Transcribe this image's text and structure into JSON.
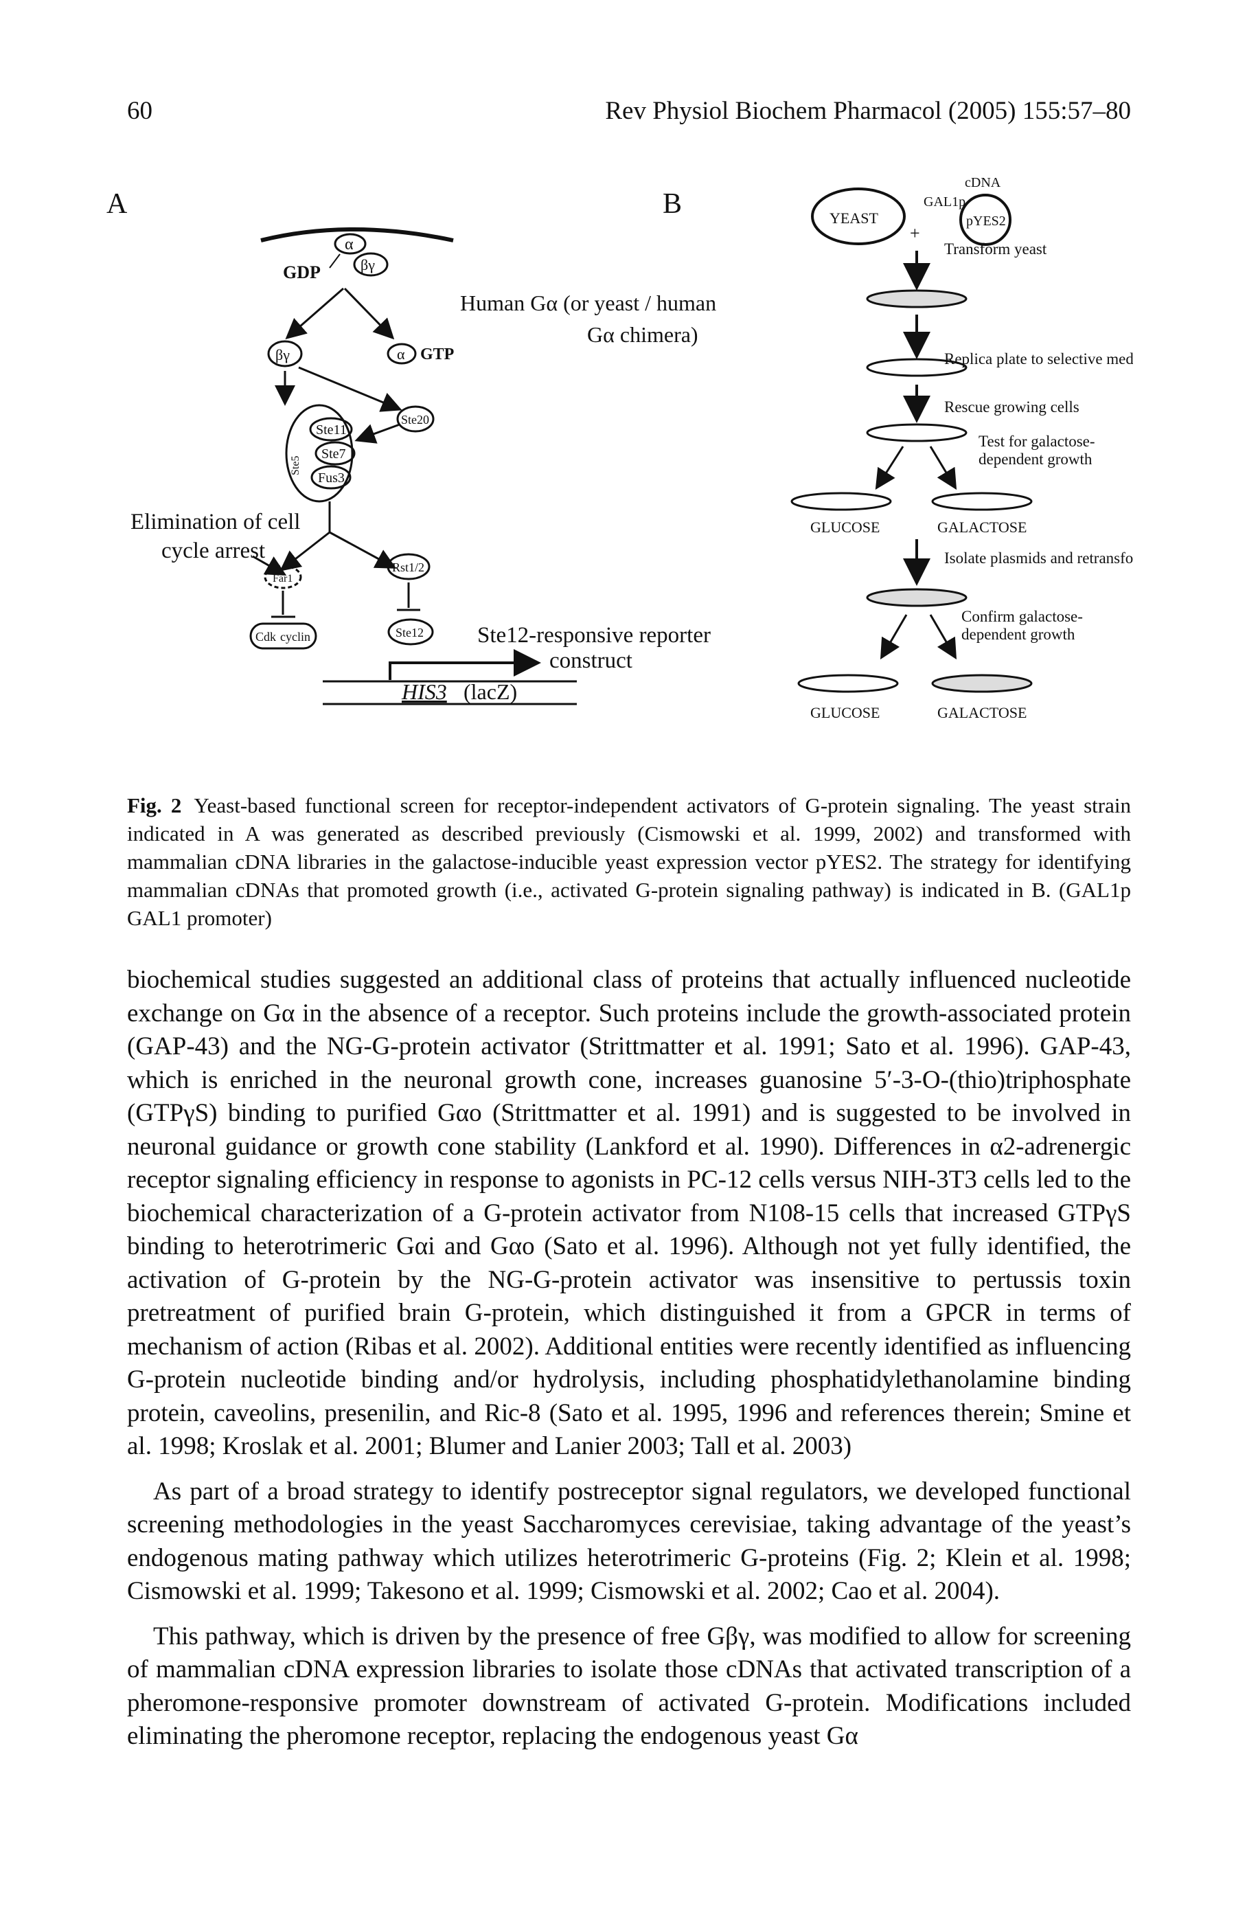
{
  "header": {
    "page_number": "60",
    "journal": "Rev Physiol Biochem Pharmacol (2005) 155:57–80"
  },
  "figure": {
    "panel_a": {
      "label": "A",
      "gdp": "GDP",
      "alpha": "α",
      "beta_gamma": "βγ",
      "human_galpha_line1": "Human Gα (or yeast / human",
      "galpha_chimera": "Gα chimera)",
      "gtp": "GTP",
      "ste20": "Ste20",
      "ste11": "Ste11",
      "ste7": "Ste7",
      "fus3": "Fus3",
      "ste5": "Ste5",
      "elimination_line1": "Elimination of cell",
      "elimination_line2": "cycle arrest",
      "far1": "Far1",
      "rst": "Rst1/2",
      "cdk": "Cdk",
      "cyclin": "cyclin",
      "ste12": "Ste12",
      "reporter_line1": "Ste12-responsive reporter",
      "reporter_line2": "construct",
      "his3": "HIS3",
      "lacz": "(lacZ)"
    },
    "panel_b": {
      "label": "B",
      "yeast": "YEAST",
      "gal1p": "GAL1p",
      "cdna": "cDNA",
      "pyes2": "pYES2",
      "plus": "+",
      "transform": "Transform yeast",
      "replica": "Replica plate to selective media",
      "rescue": "Rescue growing cells",
      "test_line1": "Test for galactose-",
      "test_line2": "dependent growth",
      "glucose": "GLUCOSE",
      "galactose": "GALACTOSE",
      "isolate": "Isolate plasmids and retransform",
      "confirm_line1": "Confirm galactose-",
      "confirm_line2": "dependent growth"
    }
  },
  "caption": {
    "label": "Fig. 2",
    "text": "Yeast-based functional screen for receptor-independent activators of G-protein signaling. The yeast strain indicated in A was generated as described previously (Cismowski et al. 1999, 2002) and transformed with mammalian cDNA libraries in the galactose-inducible yeast expression vector pYES2. The strategy for identifying mammalian cDNAs that promoted growth (i.e., activated G-protein signaling pathway) is indicated in B. (GAL1p GAL1 promoter)"
  },
  "body": {
    "p1": "biochemical studies suggested an additional class of proteins that actually influenced nucleotide exchange on Gα in the absence of a receptor. Such proteins include the growth-associated protein (GAP-43) and the NG-G-protein activator (Strittmatter et al. 1991; Sato et al. 1996). GAP-43, which is enriched in the neuronal growth cone, increases guanosine 5′-3-O-(thio)triphosphate (GTPγS) binding to purified Gαo (Strittmatter et al. 1991) and is suggested to be involved in neuronal guidance or growth cone stability (Lankford et al. 1990). Differences in α2-adrenergic receptor signaling efficiency in response to agonists in PC-12 cells versus NIH-3T3 cells led to the biochemical characterization of a G-protein activator from N108-15 cells that increased GTPγS binding to heterotrimeric Gαi and Gαo (Sato et al. 1996). Although not yet fully identified, the activation of G-protein by the NG-G-protein activator was insensitive to pertussis toxin pretreatment of purified brain G-protein, which distinguished it from a GPCR in terms of mechanism of action (Ribas et al. 2002). Additional entities were recently identified as influencing G-protein nucleotide binding and/or hydrolysis, including phosphatidylethanolamine binding protein, caveolins, presenilin, and Ric-8 (Sato et al. 1995, 1996 and references therein; Smine et al. 1998; Kroslak et al. 2001; Blumer and Lanier 2003; Tall et al. 2003)",
    "p2": "As part of a broad strategy to identify postreceptor signal regulators, we developed functional screening methodologies in the yeast Saccharomyces cerevisiae, taking advantage of the yeast’s endogenous mating pathway which utilizes heterotrimeric G-proteins (Fig. 2; Klein et al. 1998; Cismowski et al. 1999; Takesono et al. 1999; Cismowski et al. 2002; Cao et al. 2004).",
    "p3": "This pathway, which is driven by the presence of free Gβγ, was modified to allow for screening of mammalian cDNA expression libraries to isolate those cDNAs that activated transcription of a pheromone-responsive promoter downstream of activated G-protein. Modifications included eliminating the pheromone receptor, replacing the endogenous yeast Gα"
  }
}
